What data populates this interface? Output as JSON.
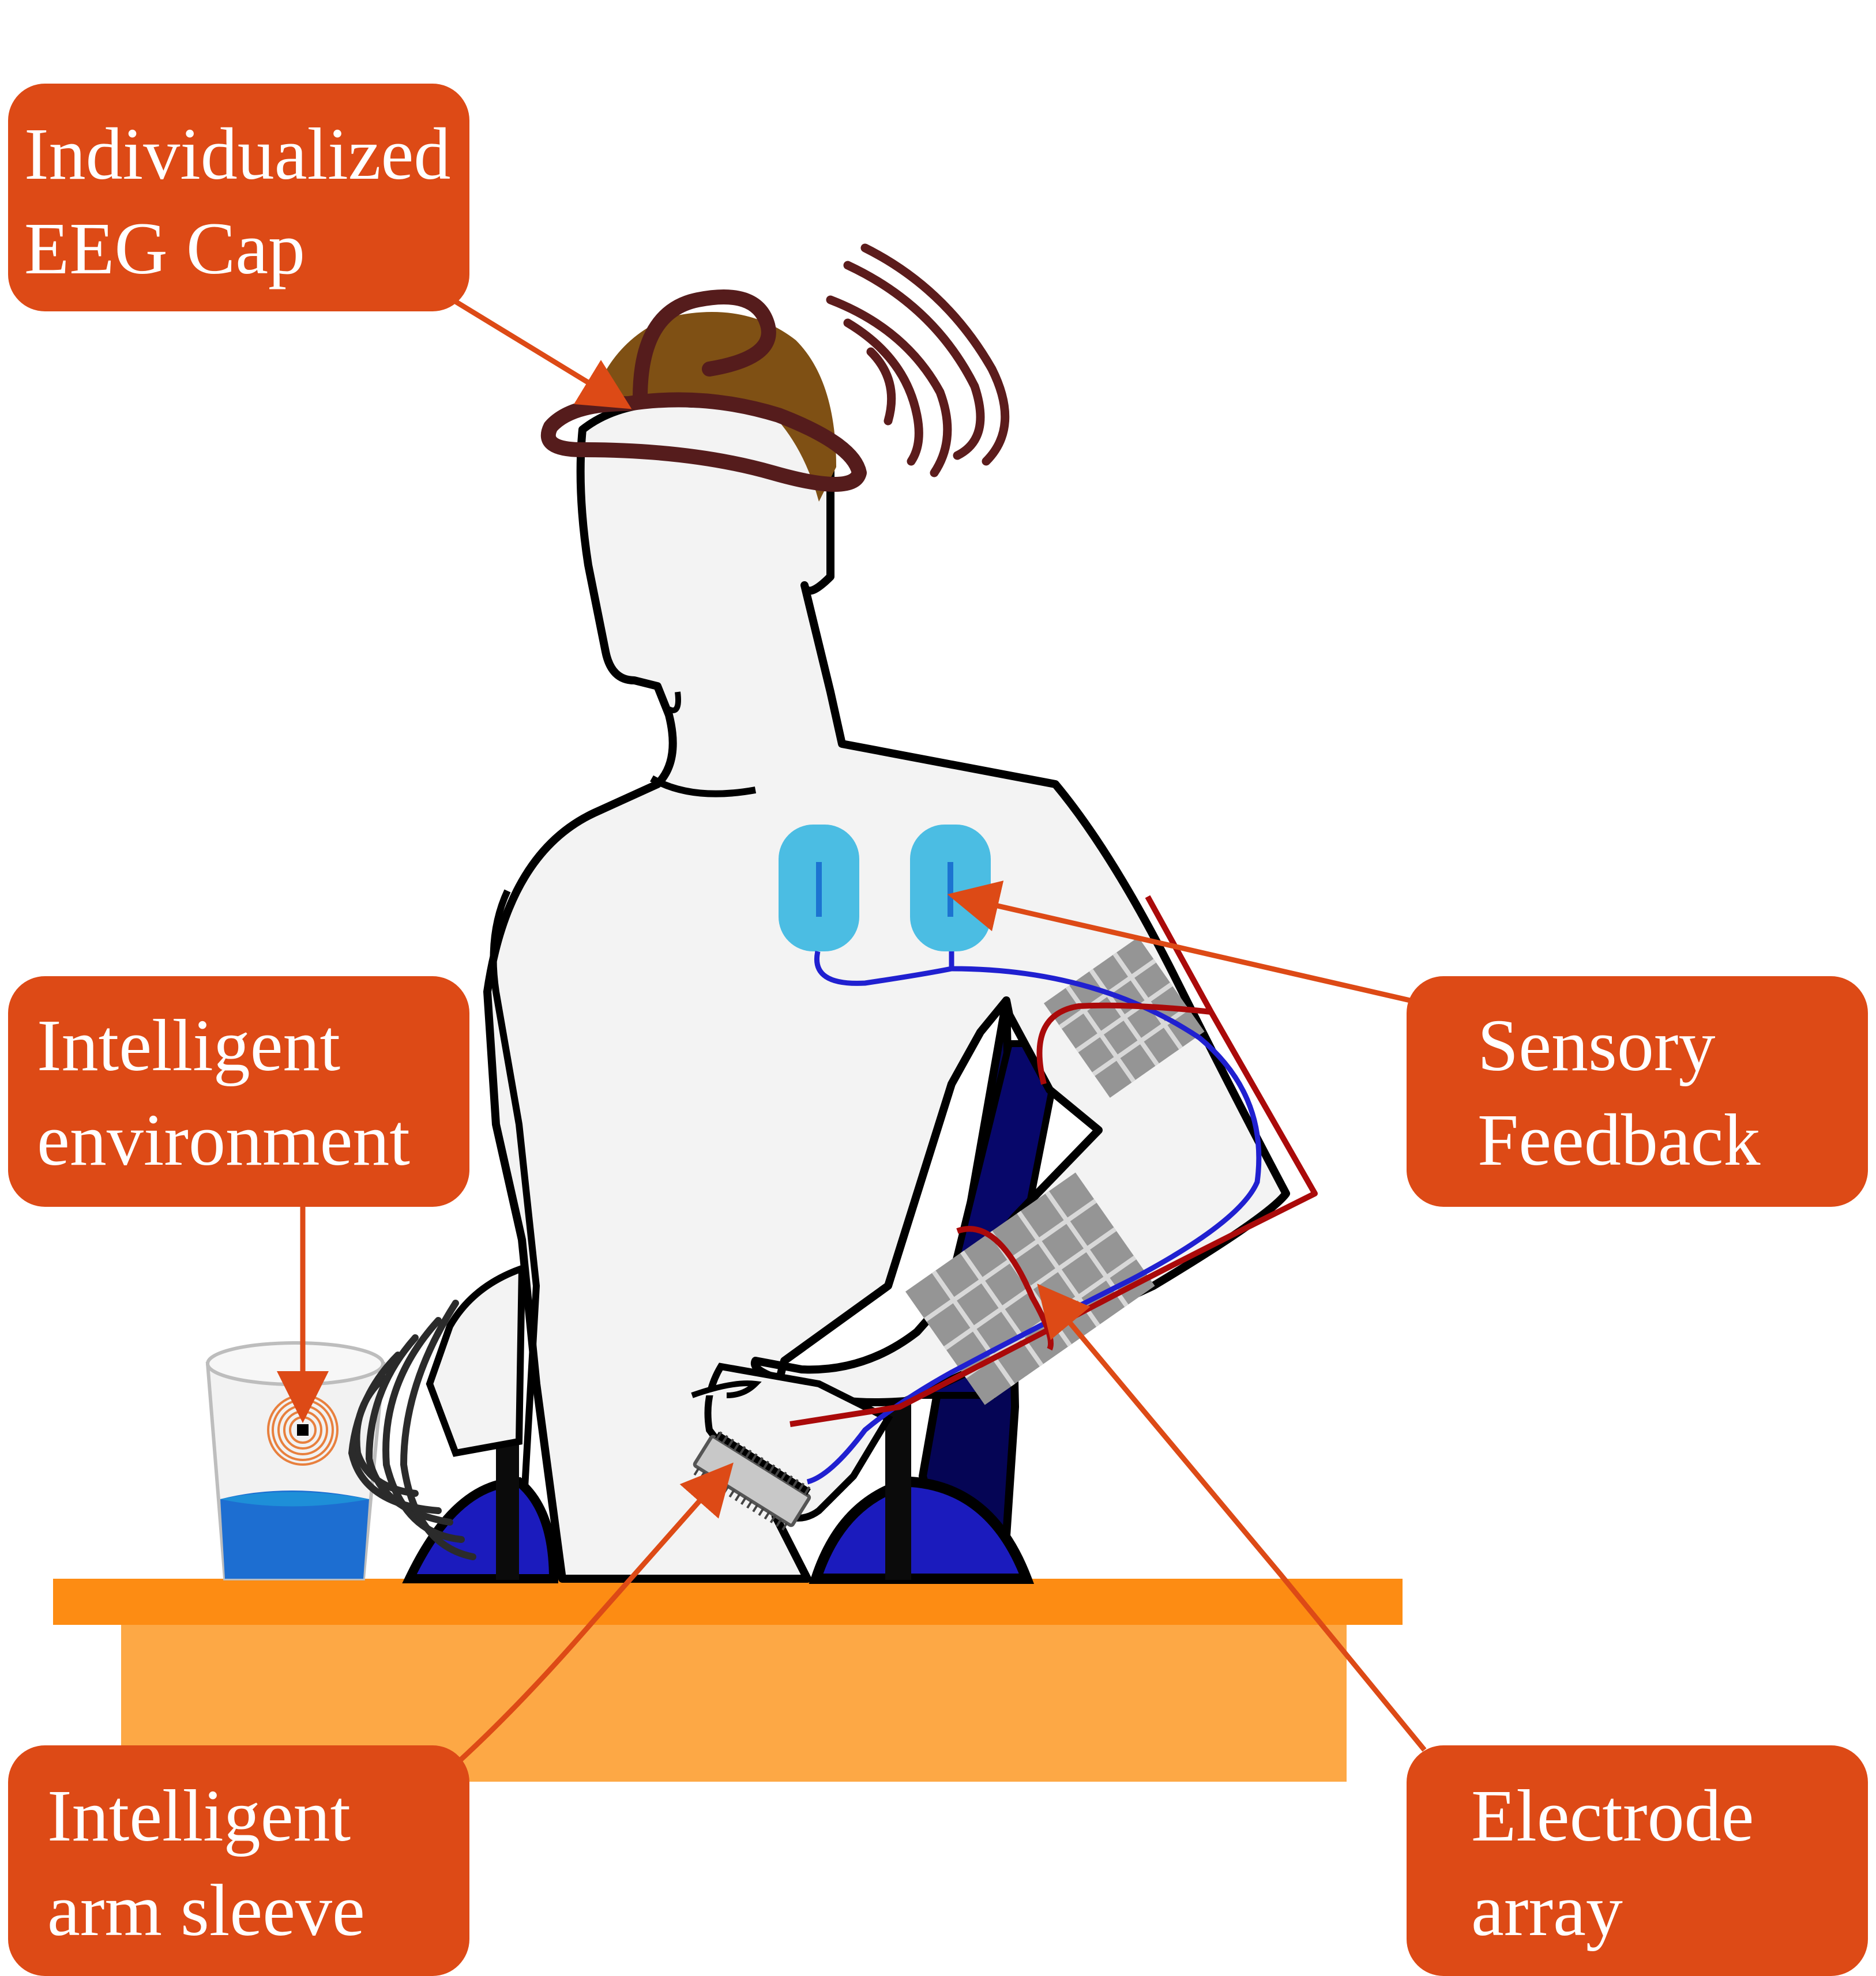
{
  "colors": {
    "callout_bg": "#dd4a16",
    "callout_text": "#ffffff",
    "leader": "#dd4a16",
    "body_fill": "#f3f3f3",
    "outline": "#000000",
    "hair": "#7f5014",
    "cap_band": "#551c1c",
    "signal": "#5c1c1c",
    "electrode_pad": "#4bbde3",
    "wire_blue": "#2020d0",
    "wire_red": "#aa0a0a",
    "electrode_array": "#959595",
    "chair": "#1b1bbd",
    "chair_back": "#050555",
    "table_top": "#fd8c13",
    "table_front": "#fda845",
    "water": "#1d6ed1",
    "glass": "#f2f2f2",
    "rfid": "#e8803e"
  },
  "callouts": {
    "eeg_cap": {
      "line1": "Individualized",
      "line2": "EEG Cap"
    },
    "environment": {
      "line1": "Intelligent",
      "line2": "environment"
    },
    "sensory_feedback": {
      "line1": "Sensory",
      "line2": "Feedback"
    },
    "arm_sleeve": {
      "line1": "Intelligent",
      "line2": "arm sleeve"
    },
    "electrode_array": {
      "line1": "Electrode",
      "line2": "array"
    }
  },
  "icons": {
    "signal_waves": "wireless-waves",
    "tag": "rfid-tag",
    "controller": "microchip"
  }
}
